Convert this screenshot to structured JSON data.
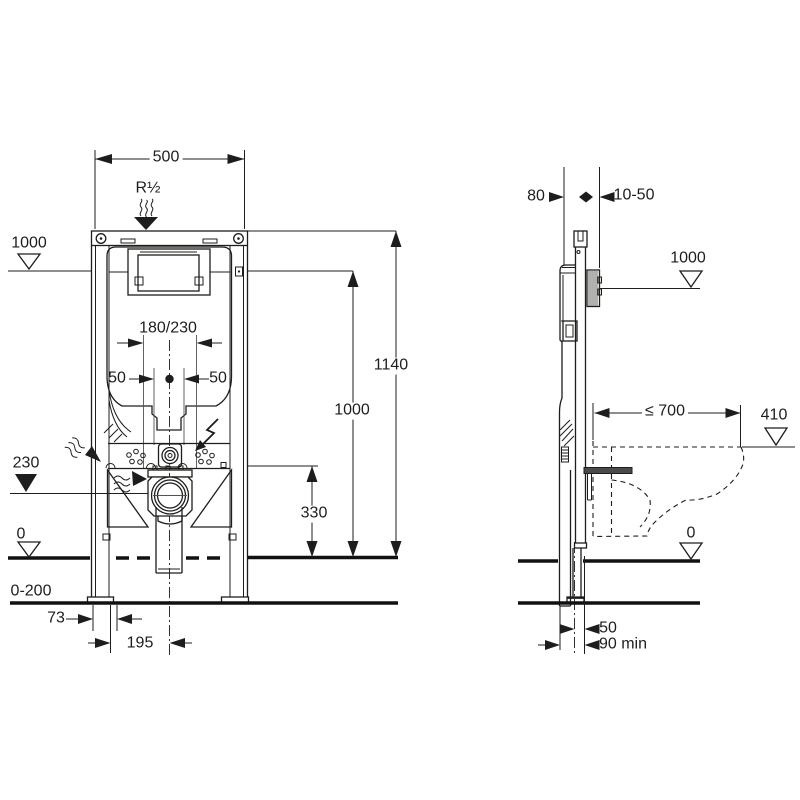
{
  "drawing": {
    "type": "technical-installation-diagram",
    "subject": "wall-hung WC element, front and side view with dimensions (mm)",
    "colors": {
      "line": "#1d1d1b",
      "background": "#ffffff"
    },
    "front_view": {
      "width": "500",
      "water_supply": "R½",
      "upper_level": "1000",
      "bolt_spacing": "180/230",
      "offset_left": "50",
      "offset_right": "50",
      "total_height": "1140",
      "actuation_height": "1000",
      "outlet_level": "230",
      "outlet_height": "330",
      "floor_level": "0",
      "floor_range": "0-200",
      "frame_offset": "73",
      "center_distance": "195"
    },
    "side_view": {
      "frame_depth": "80",
      "wall_clearance": "10-50",
      "actuation_level": "1000",
      "pan_length_max": "≤ 700",
      "pan_top_level": "410",
      "floor_level": "0",
      "outlet_offset": "50",
      "outlet_min_distance": "90 min"
    },
    "icons": {
      "water_supply": "wavy-flow-down-arrow",
      "flush_direction": "wavy-flow-right-arrow",
      "electrical_connection": "lightning-bolt",
      "level_marker_open": "open-triangle",
      "level_marker_filled": "filled-triangle"
    }
  }
}
